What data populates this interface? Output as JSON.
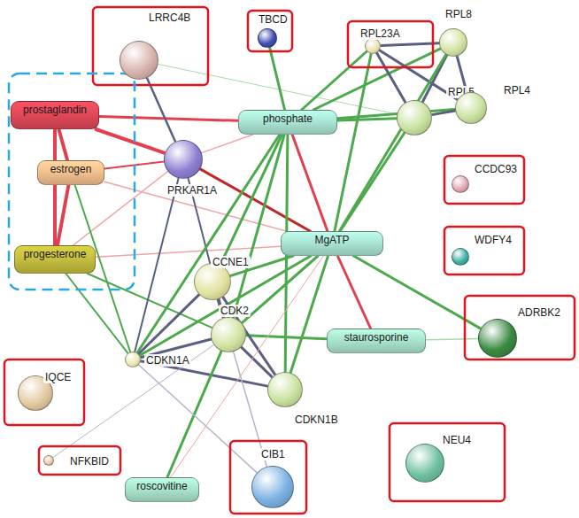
{
  "diagram": {
    "nodes": [
      {
        "text": [
          "LRRC4B"
        ]
      },
      {
        "text": [
          "TBCD"
        ]
      },
      {
        "text": [
          "RPL23A"
        ]
      },
      {
        "text": [
          "RPL8"
        ]
      },
      {
        "text": [
          "prostaglandin"
        ]
      },
      {
        "text": [
          "phosphate"
        ]
      },
      {
        "text": [
          "RPL5"
        ]
      },
      {
        "text": [
          "RPL4"
        ]
      },
      {
        "text": [
          "PRKAR1A"
        ]
      },
      {
        "text": [
          "estrogen"
        ]
      },
      {
        "text": [
          "CCDC93"
        ]
      },
      {
        "text": [
          "MgATP"
        ]
      },
      {
        "text": [
          "WDFY4"
        ]
      },
      {
        "text": [
          "CCNE1"
        ]
      },
      {
        "text": [
          "progesterone"
        ]
      },
      {
        "text": [
          "CDK2"
        ]
      },
      {
        "text": [
          "CDKN1A"
        ]
      },
      {
        "text": [
          "staurosporine"
        ]
      },
      {
        "text": [
          "ADRBK2"
        ]
      },
      {
        "text": [
          "IQCE"
        ]
      },
      {
        "text": [
          "CDKN1B"
        ]
      },
      {
        "text": [
          "NFKBID"
        ]
      },
      {
        "text": [
          "roscovitine"
        ]
      },
      {
        "text": [
          "CIB1"
        ]
      },
      {
        "text": [
          "NEU4"
        ]
      }
    ],
    "edges": [
      {
        "from": 4,
        "to": 9,
        "arrow": "none"
      },
      {
        "from": 4,
        "to": 14,
        "arrow": "none"
      },
      {
        "from": 9,
        "to": 14,
        "arrow": "none"
      },
      {
        "from": 4,
        "to": 8,
        "arrow": "none"
      },
      {
        "from": 4,
        "to": 5,
        "arrow": "none"
      },
      {
        "from": 9,
        "to": 8,
        "arrow": "none"
      },
      {
        "from": 9,
        "to": 11,
        "arrow": "none"
      },
      {
        "from": 14,
        "to": 8,
        "arrow": "none"
      },
      {
        "from": 14,
        "to": 11,
        "arrow": "none"
      },
      {
        "from": 9,
        "to": 16,
        "arrow": "none"
      },
      {
        "from": 14,
        "to": 16,
        "arrow": "none"
      },
      {
        "from": 14,
        "to": 15,
        "arrow": "none"
      },
      {
        "from": 0,
        "to": 8,
        "arrow": "none"
      },
      {
        "from": 0,
        "to": 6,
        "arrow": "none"
      },
      {
        "from": 8,
        "to": 5,
        "arrow": "none"
      },
      {
        "from": 8,
        "to": 11,
        "arrow": "none"
      },
      {
        "from": 8,
        "to": 15,
        "arrow": "none"
      },
      {
        "from": 8,
        "to": 16,
        "arrow": "none"
      },
      {
        "from": 1,
        "to": 5,
        "arrow": "none"
      },
      {
        "from": 5,
        "to": 2,
        "arrow": "none"
      },
      {
        "from": 5,
        "to": 3,
        "arrow": "none"
      },
      {
        "from": 5,
        "to": 6,
        "arrow": "none"
      },
      {
        "from": 5,
        "to": 7,
        "arrow": "none"
      },
      {
        "from": 5,
        "to": 11,
        "arrow": "none"
      },
      {
        "from": 5,
        "to": 13,
        "arrow": "none"
      },
      {
        "from": 5,
        "to": 15,
        "arrow": "none"
      },
      {
        "from": 5,
        "to": 16,
        "arrow": "none"
      },
      {
        "from": 5,
        "to": 20,
        "arrow": "none"
      },
      {
        "from": 2,
        "to": 3,
        "arrow": "none"
      },
      {
        "from": 2,
        "to": 6,
        "arrow": "none"
      },
      {
        "from": 2,
        "to": 7,
        "arrow": "none"
      },
      {
        "from": 3,
        "to": 6,
        "arrow": "none"
      },
      {
        "from": 3,
        "to": 7,
        "arrow": "none"
      },
      {
        "from": 6,
        "to": 7,
        "arrow": "none"
      },
      {
        "from": 11,
        "to": 2,
        "arrow": "none"
      },
      {
        "from": 11,
        "to": 3,
        "arrow": "none"
      },
      {
        "from": 11,
        "to": 6,
        "arrow": "none"
      },
      {
        "from": 11,
        "to": 13,
        "arrow": "none"
      },
      {
        "from": 11,
        "to": 15,
        "arrow": "none"
      },
      {
        "from": 11,
        "to": 16,
        "arrow": "none"
      },
      {
        "from": 11,
        "to": 17,
        "arrow": "none"
      },
      {
        "from": 11,
        "to": 18,
        "arrow": "none"
      },
      {
        "from": 11,
        "to": 20,
        "arrow": "none"
      },
      {
        "from": 17,
        "to": 15,
        "arrow": "none"
      },
      {
        "from": 17,
        "to": 18,
        "arrow": "none"
      },
      {
        "from": 13,
        "to": 15,
        "arrow": "none"
      },
      {
        "from": 13,
        "to": 16,
        "arrow": "none"
      },
      {
        "from": 13,
        "to": 20,
        "arrow": "none"
      },
      {
        "from": 15,
        "to": 16,
        "arrow": "none"
      },
      {
        "from": 15,
        "to": 20,
        "arrow": "none"
      },
      {
        "from": 16,
        "to": 20,
        "arrow": "none"
      },
      {
        "from": 15,
        "to": 22,
        "arrow": "none"
      },
      {
        "from": 16,
        "to": 23,
        "arrow": "none"
      },
      {
        "from": 15,
        "to": 23,
        "arrow": "none"
      },
      {
        "from": 22,
        "to": 11,
        "arrow": "none"
      },
      {
        "from": 21,
        "to": 15,
        "arrow": "none"
      }
    ]
  }
}
